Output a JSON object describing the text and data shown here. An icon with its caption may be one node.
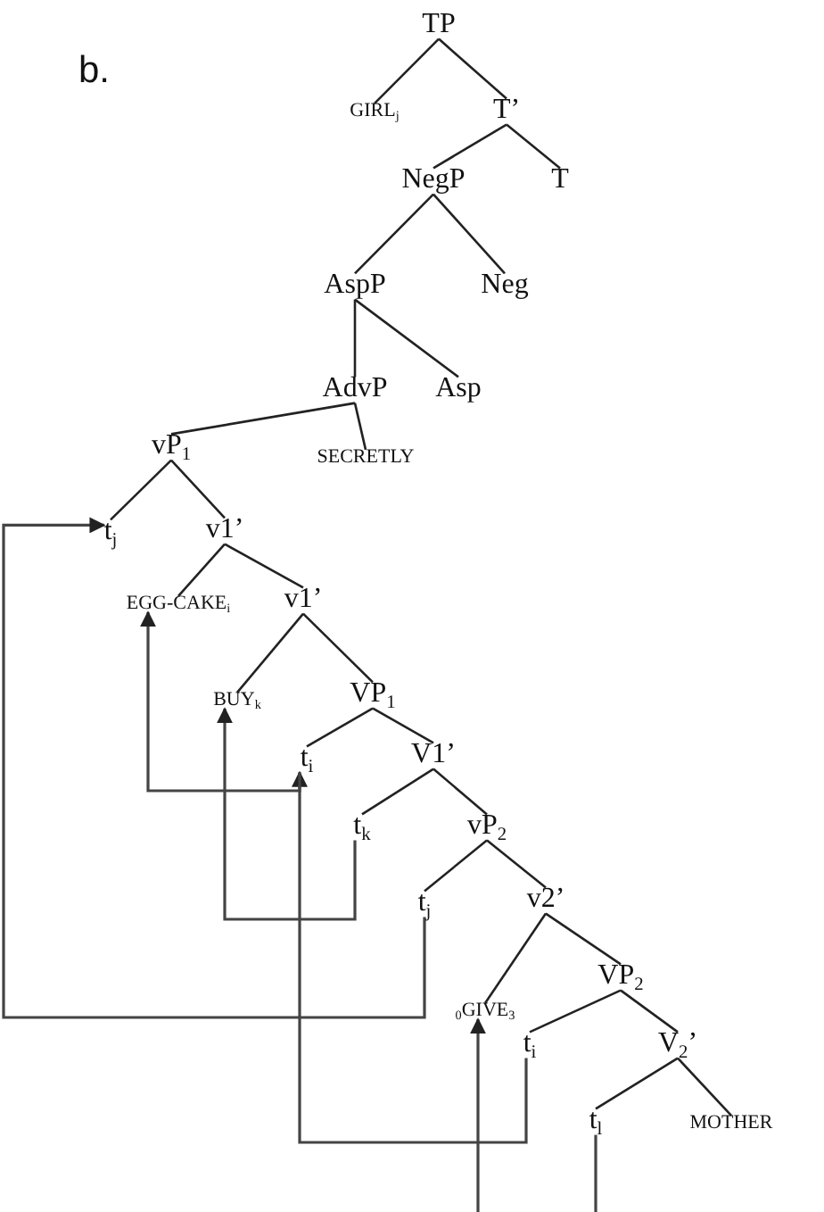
{
  "diagram": {
    "nodes": [
      {
        "text": [
          "TP"
        ]
      },
      {
        "text": [
          "GIRL$_{j}$"
        ]
      },
      {
        "text": [
          "T’"
        ]
      },
      {
        "text": [
          "NegP"
        ]
      },
      {
        "text": [
          "T"
        ]
      },
      {
        "text": [
          "AspP"
        ]
      },
      {
        "text": [
          "Neg"
        ]
      },
      {
        "text": [
          "AdvP"
        ]
      },
      {
        "text": [
          "Asp"
        ]
      },
      {
        "text": [
          "vP$_{1}$"
        ]
      },
      {
        "text": [
          "SECRETLY"
        ]
      },
      {
        "text": [
          "t$_{j}$"
        ]
      },
      {
        "text": [
          "v1’"
        ]
      },
      {
        "text": [
          "EGG-CAKE$_{i}$"
        ]
      },
      {
        "text": [
          "v1’"
        ]
      },
      {
        "text": [
          "BUY$_{k}$"
        ]
      },
      {
        "text": [
          "VP$_{1}$"
        ]
      },
      {
        "text": [
          "t$_{i}$"
        ]
      },
      {
        "text": [
          "V1’"
        ]
      },
      {
        "text": [
          "t$_{k}$"
        ]
      },
      {
        "text": [
          "vP$_{2}$"
        ]
      },
      {
        "text": [
          "t$_{j}$"
        ]
      },
      {
        "text": [
          "v2’"
        ]
      },
      {
        "text": [
          "VP$_{2}$"
        ]
      },
      {
        "text": [
          "$_{0}$GIVE$_{3}$"
        ]
      },
      {
        "text": [
          "t$_{i}$"
        ]
      },
      {
        "text": [
          "V$_{2}$’"
        ]
      },
      {
        "text": [
          "t$_{l}$"
        ]
      },
      {
        "text": [
          "MOTHER"
        ]
      }
    ],
    "edges": [
      {
        "from": 0,
        "to": 1,
        "arrow": "none"
      },
      {
        "from": 0,
        "to": 2,
        "arrow": "none"
      },
      {
        "from": 2,
        "to": 3,
        "arrow": "none"
      },
      {
        "from": 2,
        "to": 4,
        "arrow": "none"
      },
      {
        "from": 3,
        "to": 5,
        "arrow": "none"
      },
      {
        "from": 3,
        "to": 6,
        "arrow": "none"
      },
      {
        "from": 5,
        "to": 7,
        "arrow": "none"
      },
      {
        "from": 5,
        "to": 8,
        "arrow": "none"
      },
      {
        "from": 7,
        "to": 9,
        "arrow": "none"
      },
      {
        "from": 7,
        "to": 10,
        "arrow": "none"
      },
      {
        "from": 9,
        "to": 11,
        "arrow": "none"
      },
      {
        "from": 9,
        "to": 12,
        "arrow": "none"
      },
      {
        "from": 12,
        "to": 13,
        "arrow": "none"
      },
      {
        "from": 12,
        "to": 14,
        "arrow": "none"
      },
      {
        "from": 14,
        "to": 15,
        "arrow": "none"
      },
      {
        "from": 14,
        "to": 16,
        "arrow": "none"
      },
      {
        "from": 16,
        "to": 17,
        "arrow": "none"
      },
      {
        "from": 16,
        "to": 18,
        "arrow": "none"
      },
      {
        "from": 18,
        "to": 19,
        "arrow": "none"
      },
      {
        "from": 18,
        "to": 20,
        "arrow": "none"
      },
      {
        "from": 20,
        "to": 21,
        "arrow": "none"
      },
      {
        "from": 20,
        "to": 22,
        "arrow": "none"
      },
      {
        "from": 22,
        "to": 24,
        "arrow": "none"
      },
      {
        "from": 22,
        "to": 23,
        "arrow": "none"
      },
      {
        "from": 23,
        "to": 25,
        "arrow": "none"
      },
      {
        "from": 23,
        "to": 26,
        "arrow": "none"
      },
      {
        "from": 26,
        "to": 27,
        "arrow": "none"
      },
      {
        "from": 26,
        "to": 28,
        "arrow": "none"
      },
      {
        "from": 25,
        "to": 17,
        "arrow": "to"
      },
      {
        "from": 19,
        "to": 15,
        "arrow": "to"
      },
      {
        "from": 21,
        "to": 11,
        "arrow": "to"
      },
      {
        "from": 17,
        "to": 13,
        "arrow": "to"
      },
      {
        "from": null,
        "to": 24,
        "arrow": "to"
      },
      {
        "from": 27,
        "to": null,
        "arrow": "none"
      }
    ],
    "labels": [
      "b."
    ]
  }
}
